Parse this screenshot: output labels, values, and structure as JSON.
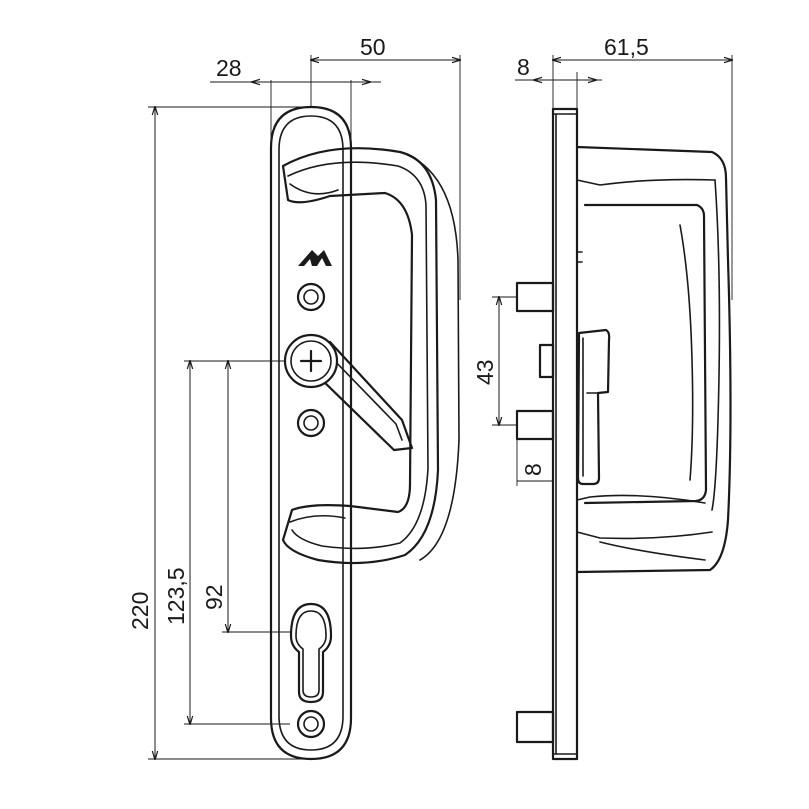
{
  "drawing": {
    "front_view": {
      "dimensions": {
        "width_plate": "28",
        "projection": "50",
        "total_height": "220",
        "cylinder_to_screw": "123,5",
        "cylinder_to_handle": "92"
      }
    },
    "side_view": {
      "dimensions": {
        "depth": "61,5",
        "plate_thickness": "8",
        "pin_spacing": "43",
        "pin_offset": "8"
      }
    },
    "colors": {
      "line": "#1a1a1a",
      "background": "#ffffff"
    }
  }
}
